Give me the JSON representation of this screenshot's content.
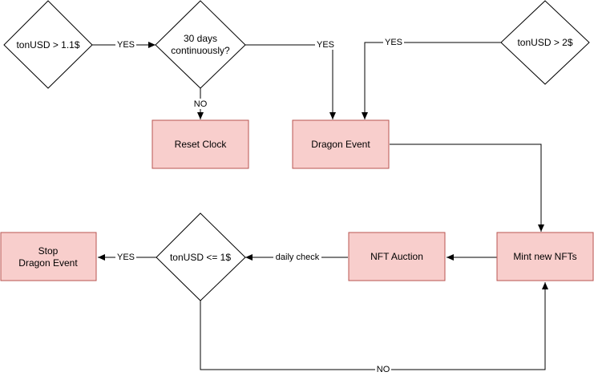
{
  "nodes": {
    "ton_gt_1_1": "tonUSD > 1.1$",
    "days_30": [
      "30 days",
      "continuously?"
    ],
    "ton_gt_2": "tonUSD > 2$",
    "reset_clock": "Reset Clock",
    "dragon_event": "Dragon Event",
    "mint_nfts": "Mint new NFTs",
    "nft_auction": "NFT Auction",
    "ton_le_1": "tonUSD <= 1$",
    "stop_dragon": [
      "Stop",
      "Dragon Event"
    ]
  },
  "edges": {
    "yes_1": "YES",
    "yes_2": "YES",
    "yes_3": "YES",
    "no_reset": "NO",
    "daily_check": "daily check",
    "yes_stop": "YES",
    "no_loop": "NO"
  },
  "colors": {
    "process_fill": "#f8cecc",
    "process_stroke": "#b85450",
    "decision_fill": "#ffffff",
    "decision_stroke": "#000000"
  }
}
